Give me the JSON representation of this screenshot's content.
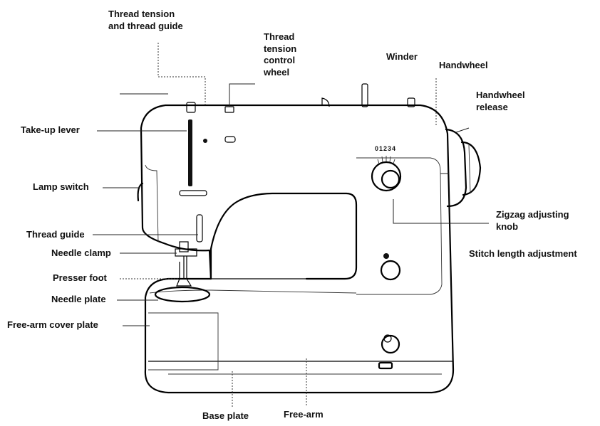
{
  "labels": {
    "thread_tension_guide": "Thread tension\nand thread guide",
    "tension_control_wheel": "Thread\ntension\ncontrol\nwheel",
    "winder": "Winder",
    "handwheel": "Handwheel",
    "handwheel_release": "Handwheel\nrelease",
    "take_up_lever": "Take-up lever",
    "lamp_switch": "Lamp switch",
    "zigzag_knob": "Zigzag adjusting\nknob",
    "stitch_length": "Stitch length adjustment",
    "thread_guide": "Thread guide",
    "needle_clamp": "Needle clamp",
    "presser_foot": "Presser foot",
    "needle_plate": "Needle plate",
    "free_arm_cover_plate": "Free-arm cover plate",
    "base_plate": "Base plate",
    "free_arm": "Free-arm"
  },
  "zigzag_scale": "01234"
}
